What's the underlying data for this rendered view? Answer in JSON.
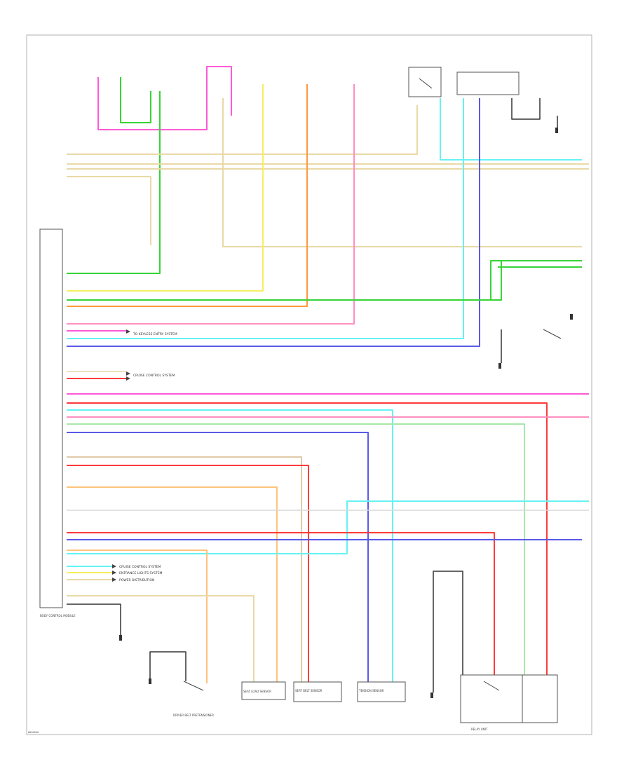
{
  "diagram": {
    "footer_code": "W000000",
    "wire_colors": {
      "RED": "#ff3b3b",
      "PNK": "#ff8fc0",
      "MAG": "#ff5ad8",
      "GRN": "#37d437",
      "LTGRN": "#a7e8a7",
      "YEL": "#f6ef60",
      "ORN": "#ff9a3c",
      "LTORN": "#ffc37a",
      "TAN": "#e9d9a6",
      "BRN": "#d7b98a",
      "BLU": "#5a5ae8",
      "LTBLU": "#66f2f2",
      "VIO": "#9a86d8",
      "GRY": "#9a9a9a",
      "BLK": "#333333",
      "WHT": "#d8d8d8"
    },
    "notes": {
      "keyless": "TO KEYLESS ENTRY SYSTEM",
      "cruise1": "CRUISE CONTROL SYSTEM",
      "entrance": "ENTRANCE LIGHTS SYSTEM",
      "cruise2": "CRUISE CONTROL SYSTEM",
      "power": "POWER DISTRIBUTION"
    },
    "modules": {
      "bcm": "BODY CONTROL MODULE",
      "seat_sensor": "SEAT LOAD SENSOR",
      "reel_sensor": "SEAT BELT SENSOR",
      "lh_sensor": "TENSION SENSOR",
      "pretensioner": "DRIVER BELT PRETENSIONER",
      "relay": "RELAY UNIT"
    }
  }
}
